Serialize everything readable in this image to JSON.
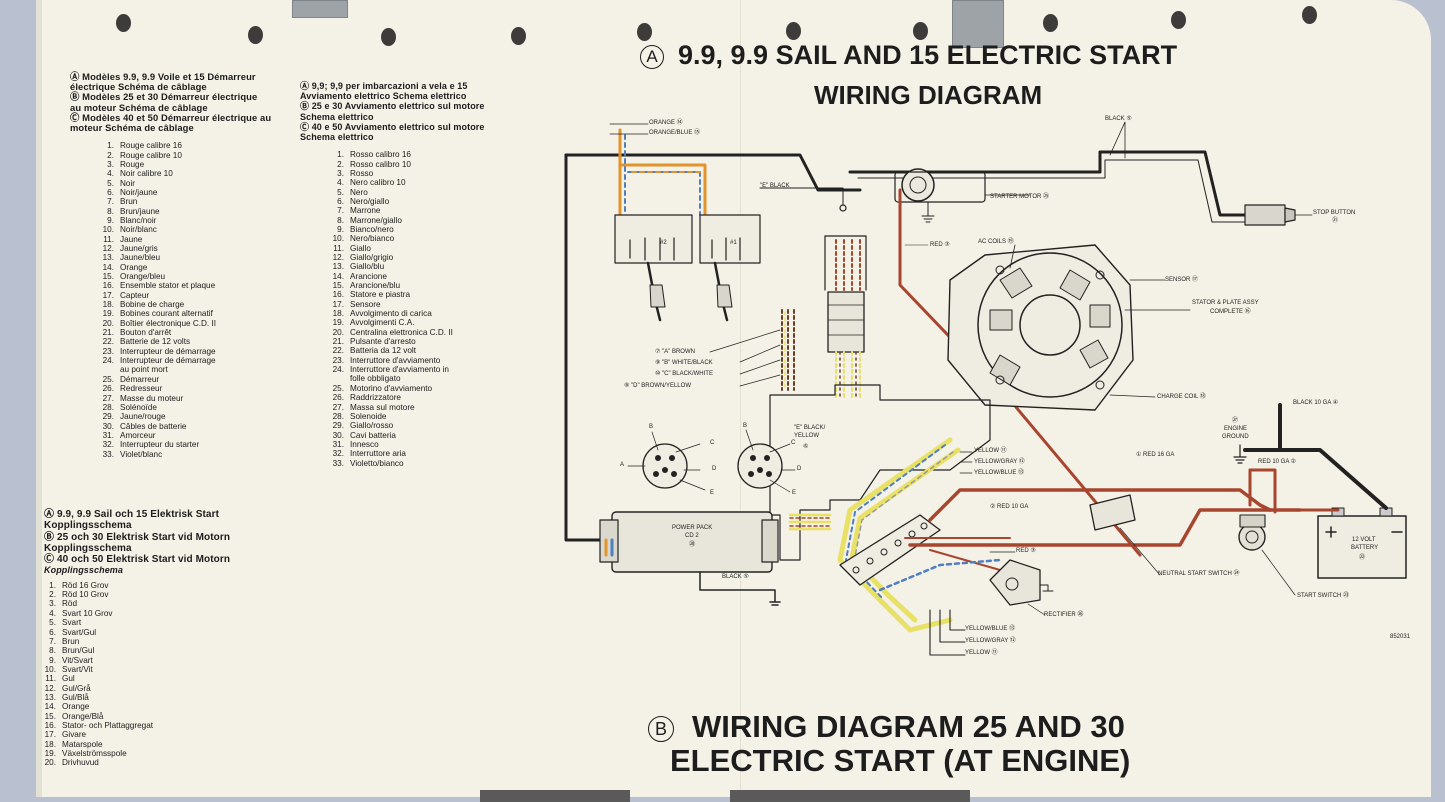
{
  "french": {
    "header": [
      "Ⓐ Modèles 9.9, 9.9 Voile et 15 Démarreur",
      "électrique Schéma de câblage",
      "Ⓑ Modèles 25 et 30 Démarreur électrique",
      "au moteur Schéma de câblage",
      "Ⓒ Modèles 40 et 50 Démarreur électrique au",
      "moteur Schéma de câblage"
    ],
    "items": [
      {
        "n": "1.",
        "t": "Rouge calibre 16"
      },
      {
        "n": "2.",
        "t": "Rouge calibre 10"
      },
      {
        "n": "3.",
        "t": "Rouge"
      },
      {
        "n": "4.",
        "t": "Noir calibre 10"
      },
      {
        "n": "5.",
        "t": "Noir"
      },
      {
        "n": "6.",
        "t": "Noir/jaune"
      },
      {
        "n": "7.",
        "t": "Brun"
      },
      {
        "n": "8.",
        "t": "Brun/jaune"
      },
      {
        "n": "9.",
        "t": "Blanc/noir"
      },
      {
        "n": "10.",
        "t": "Noir/blanc"
      },
      {
        "n": "11.",
        "t": "Jaune"
      },
      {
        "n": "12.",
        "t": "Jaune/gris"
      },
      {
        "n": "13.",
        "t": "Jaune/bleu"
      },
      {
        "n": "14.",
        "t": "Orange"
      },
      {
        "n": "15.",
        "t": "Orange/bleu"
      },
      {
        "n": "16.",
        "t": "Ensemble stator et plaque"
      },
      {
        "n": "17.",
        "t": "Capteur"
      },
      {
        "n": "18.",
        "t": "Bobine de charge"
      },
      {
        "n": "19.",
        "t": "Bobines courant alternatif"
      },
      {
        "n": "20.",
        "t": "Boîtier électronique C.D. II"
      },
      {
        "n": "21.",
        "t": "Bouton d'arrêt"
      },
      {
        "n": "22.",
        "t": "Batterie de 12 volts"
      },
      {
        "n": "23.",
        "t": "Interrupteur de démarrage"
      },
      {
        "n": "24.",
        "t": "Interrupteur de démarrage"
      },
      {
        "n": "",
        "t": "au point mort"
      },
      {
        "n": "25.",
        "t": "Démarreur"
      },
      {
        "n": "26.",
        "t": "Redresseur"
      },
      {
        "n": "27.",
        "t": "Masse du moteur"
      },
      {
        "n": "28.",
        "t": "Solénoïde"
      },
      {
        "n": "29.",
        "t": "Jaune/rouge"
      },
      {
        "n": "30.",
        "t": "Câbles de batterie"
      },
      {
        "n": "31.",
        "t": "Amorceur"
      },
      {
        "n": "32.",
        "t": "Interrupteur du starter"
      },
      {
        "n": "33.",
        "t": "Violet/blanc"
      }
    ]
  },
  "italian": {
    "header": [
      "Ⓐ 9,9; 9,9 per imbarcazioni a vela e 15",
      "Avviamento elettrico Schema elettrico",
      "Ⓑ 25 e 30 Avviamento elettrico sul motore",
      "Schema elettrico",
      "Ⓒ 40 e 50 Avviamento elettrico sul motore",
      "Schema elettrico"
    ],
    "items": [
      {
        "n": "1.",
        "t": "Rosso calibro 16"
      },
      {
        "n": "2.",
        "t": "Rosso calibro 10"
      },
      {
        "n": "3.",
        "t": "Rosso"
      },
      {
        "n": "4.",
        "t": "Nero calibro 10"
      },
      {
        "n": "5.",
        "t": "Nero"
      },
      {
        "n": "6.",
        "t": "Nero/giallo"
      },
      {
        "n": "7.",
        "t": "Marrone"
      },
      {
        "n": "8.",
        "t": "Marrone/giallo"
      },
      {
        "n": "9.",
        "t": "Bianco/nero"
      },
      {
        "n": "10.",
        "t": "Nero/bianco"
      },
      {
        "n": "11.",
        "t": "Giallo"
      },
      {
        "n": "12.",
        "t": "Giallo/grigio"
      },
      {
        "n": "13.",
        "t": "Giallo/blu"
      },
      {
        "n": "14.",
        "t": "Arancione"
      },
      {
        "n": "15.",
        "t": "Arancione/blu"
      },
      {
        "n": "16.",
        "t": "Statore e piastra"
      },
      {
        "n": "17.",
        "t": "Sensore"
      },
      {
        "n": "18.",
        "t": "Avvolgimento di carica"
      },
      {
        "n": "19.",
        "t": "Avvolgimenti C.A."
      },
      {
        "n": "20.",
        "t": "Centralina elettronica C.D. II"
      },
      {
        "n": "21.",
        "t": "Pulsante d'arresto"
      },
      {
        "n": "22.",
        "t": "Batteria da 12 volt"
      },
      {
        "n": "23.",
        "t": "Interruttore d'avviamento"
      },
      {
        "n": "24.",
        "t": "Interruttore d'avviamento in"
      },
      {
        "n": "",
        "t": "folle obbligato"
      },
      {
        "n": "25.",
        "t": "Motorino d'avviamento"
      },
      {
        "n": "26.",
        "t": "Raddrizzatore"
      },
      {
        "n": "27.",
        "t": "Massa sul motore"
      },
      {
        "n": "28.",
        "t": "Solenoide"
      },
      {
        "n": "29.",
        "t": "Giallo/rosso"
      },
      {
        "n": "30.",
        "t": "Cavi batteria"
      },
      {
        "n": "31.",
        "t": "Innesco"
      },
      {
        "n": "32.",
        "t": "Interruttore aria"
      },
      {
        "n": "33.",
        "t": "Violetto/bianco"
      }
    ]
  },
  "swedish": {
    "header": [
      "Ⓐ 9.9, 9.9 Sail och 15 Elektrisk Start",
      "Kopplingsschema",
      "Ⓑ 25 och 30 Elektrisk Start vid Motorn",
      "Kopplingsschema",
      "Ⓒ 40 och 50 Elektrisk Start vid Motorn",
      "Kopplingsschema"
    ],
    "items": [
      {
        "n": "1.",
        "t": "Röd 16 Grov"
      },
      {
        "n": "2.",
        "t": "Röd 10 Grov"
      },
      {
        "n": "3.",
        "t": "Röd"
      },
      {
        "n": "4.",
        "t": "Svart 10 Grov"
      },
      {
        "n": "5.",
        "t": "Svart"
      },
      {
        "n": "6.",
        "t": "Svart/Gul"
      },
      {
        "n": "7.",
        "t": "Brun"
      },
      {
        "n": "8.",
        "t": "Brun/Gul"
      },
      {
        "n": "9.",
        "t": "Vit/Svart"
      },
      {
        "n": "10.",
        "t": "Svart/Vit"
      },
      {
        "n": "11.",
        "t": "Gul"
      },
      {
        "n": "12.",
        "t": "Gul/Grå"
      },
      {
        "n": "13.",
        "t": "Gul/Blå"
      },
      {
        "n": "14.",
        "t": "Orange"
      },
      {
        "n": "15.",
        "t": "Orange/Blå"
      },
      {
        "n": "16.",
        "t": "Stator- och Plattaggregat"
      },
      {
        "n": "17.",
        "t": "Givare"
      },
      {
        "n": "18.",
        "t": "Matarspole"
      },
      {
        "n": "19.",
        "t": "Växelströmsspole"
      },
      {
        "n": "20.",
        "t": "Drivhuvud"
      }
    ]
  },
  "diagram_a": {
    "circle": "A",
    "line1": "9.9, 9.9 SAIL AND 15 ELECTRIC START",
    "line2": "WIRING DIAGRAM"
  },
  "diagram_b": {
    "circle": "B",
    "line1": "WIRING DIAGRAM 25 AND 30",
    "line2": "ELECTRIC START (AT ENGINE)"
  },
  "labels": {
    "orange": "ORANGE ⑭",
    "orange_blue": "ORANGE/BLUE ⑮",
    "e_black": "\"E\" BLACK",
    "black5": "BLACK ⑤",
    "starter_motor": "STARTER MOTOR ㉕",
    "stop_button": "STOP BUTTON",
    "stop_button_num": "㉑",
    "red3_top": "RED ③",
    "ac_coils": "AC COILS ⑲",
    "sensor": "SENSOR ⑰",
    "stator1": "STATOR & PLATE ASSY",
    "stator2": "COMPLETE ⑯",
    "a_brown": "⑦ \"A\" BROWN",
    "b_white": "⑨ \"B\" WHITE/BLACK",
    "c_black": "⑩ \"C\" BLACK/WHITE",
    "d_brown": "⑧ \"D\" BROWN/YELLOW",
    "charge_coil": "CHARGE COIL ⑱",
    "black10": "BLACK 10 GA ④",
    "engine_ground1": "㉗",
    "engine_ground2": "ENGINE",
    "engine_ground3": "GROUND",
    "e_black_yellow1": "\"E\" BLACK/",
    "e_black_yellow2": "YELLOW",
    "e_black_yellow3": "⑥",
    "yellow11": "YELLOW ⑪",
    "yellow_gray": "YELLOW/GRAY ⑫",
    "yellow_blue": "YELLOW/BLUE ⑬",
    "red16": "① RED 16 GA",
    "red10_right": "RED 10 GA ②",
    "red10_mid": "② RED 10 GA",
    "battery1": "12 VOLT",
    "battery2": "BATTERY",
    "battery3": "㉒",
    "red3_bottom": "RED ③",
    "neutral_start": "NEUTRAL START SWITCH ㉔",
    "start_switch": "START SWITCH ㉓",
    "rectifier": "RECTIFIER ㉖",
    "power_pack1": "POWER PACK",
    "power_pack2": "CD 2",
    "power_pack3": "⑳",
    "black5_bottom": "BLACK ⑤",
    "yb_bottom": "YELLOW/BLUE ⑬",
    "yg_bottom": "YELLOW/GRAY ⑫",
    "y_bottom": "YELLOW ⑪",
    "part_no": "852031",
    "coil2": "#2",
    "coil1": "#1",
    "pin_a": "A",
    "pin_b": "B",
    "pin_c": "C",
    "pin_d": "D",
    "pin_e": "E"
  },
  "colors": {
    "red": "#a8452f",
    "orange": "#e2932c",
    "blue": "#4f7fc0",
    "yellow": "#e9e066",
    "black": "#222222",
    "brown": "#6b3d24",
    "paper": "#f4f1e6"
  }
}
